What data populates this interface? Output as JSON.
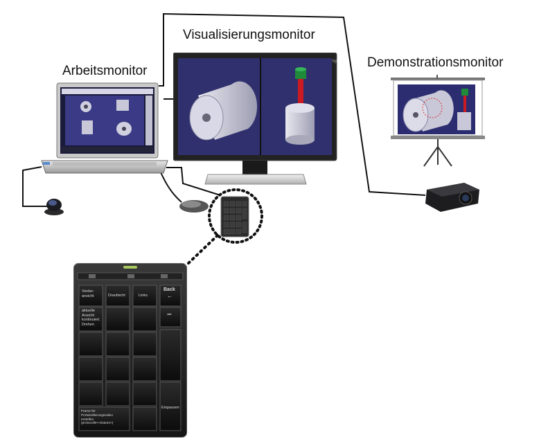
{
  "labels": {
    "visualization": "Visualisierungsmonitor",
    "work": "Arbeitsmonitor",
    "demonstration": "Demonstrationsmonitor"
  },
  "keypad": {
    "key_front": "Vorder-\nansicht",
    "key_top": "Draufsicht",
    "key_left": "Links",
    "key_back": "Back",
    "key_back_symbol": "←",
    "key_rotate": "aktuelle\nAnsicht\nkontinuierl.\nDrehen",
    "key_minus": "–",
    "key_fit": "Einpassen",
    "key_frame": "Frame für\nProtokollierungsvideo\nerstellen\n(protocolle<«Datum>)"
  },
  "icons": [
    "projector-screen-icon",
    "projector-icon",
    "laptop-icon",
    "monitor-icon",
    "mouse-icon",
    "3d-mouse-icon",
    "numeric-keypad-icon",
    "zoom-lens-icon"
  ]
}
